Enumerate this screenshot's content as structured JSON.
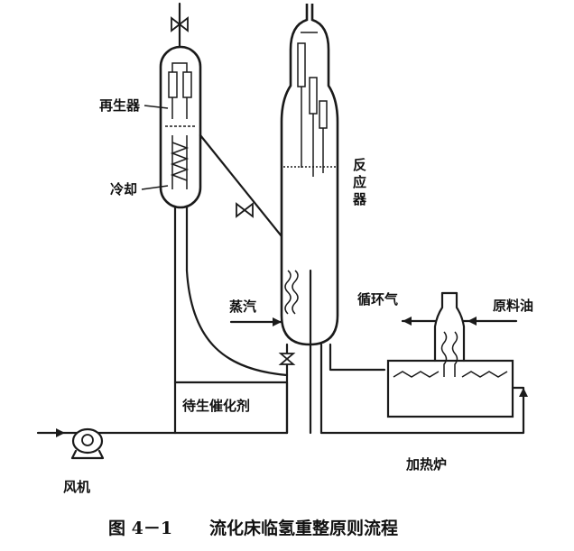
{
  "diagram": {
    "labels": {
      "regenerator": "再生器",
      "cooling": "冷却",
      "reactor": [
        "反",
        "应",
        "器"
      ],
      "steam": "蒸汽",
      "recycle_gas": "循环气",
      "feed_oil": "原料油",
      "spent_catalyst": "待生催化剂",
      "heater": "加热炉",
      "blower": "风机"
    },
    "caption": {
      "number": "图 4－1",
      "title": "流化床临氢重整原则流程"
    }
  }
}
